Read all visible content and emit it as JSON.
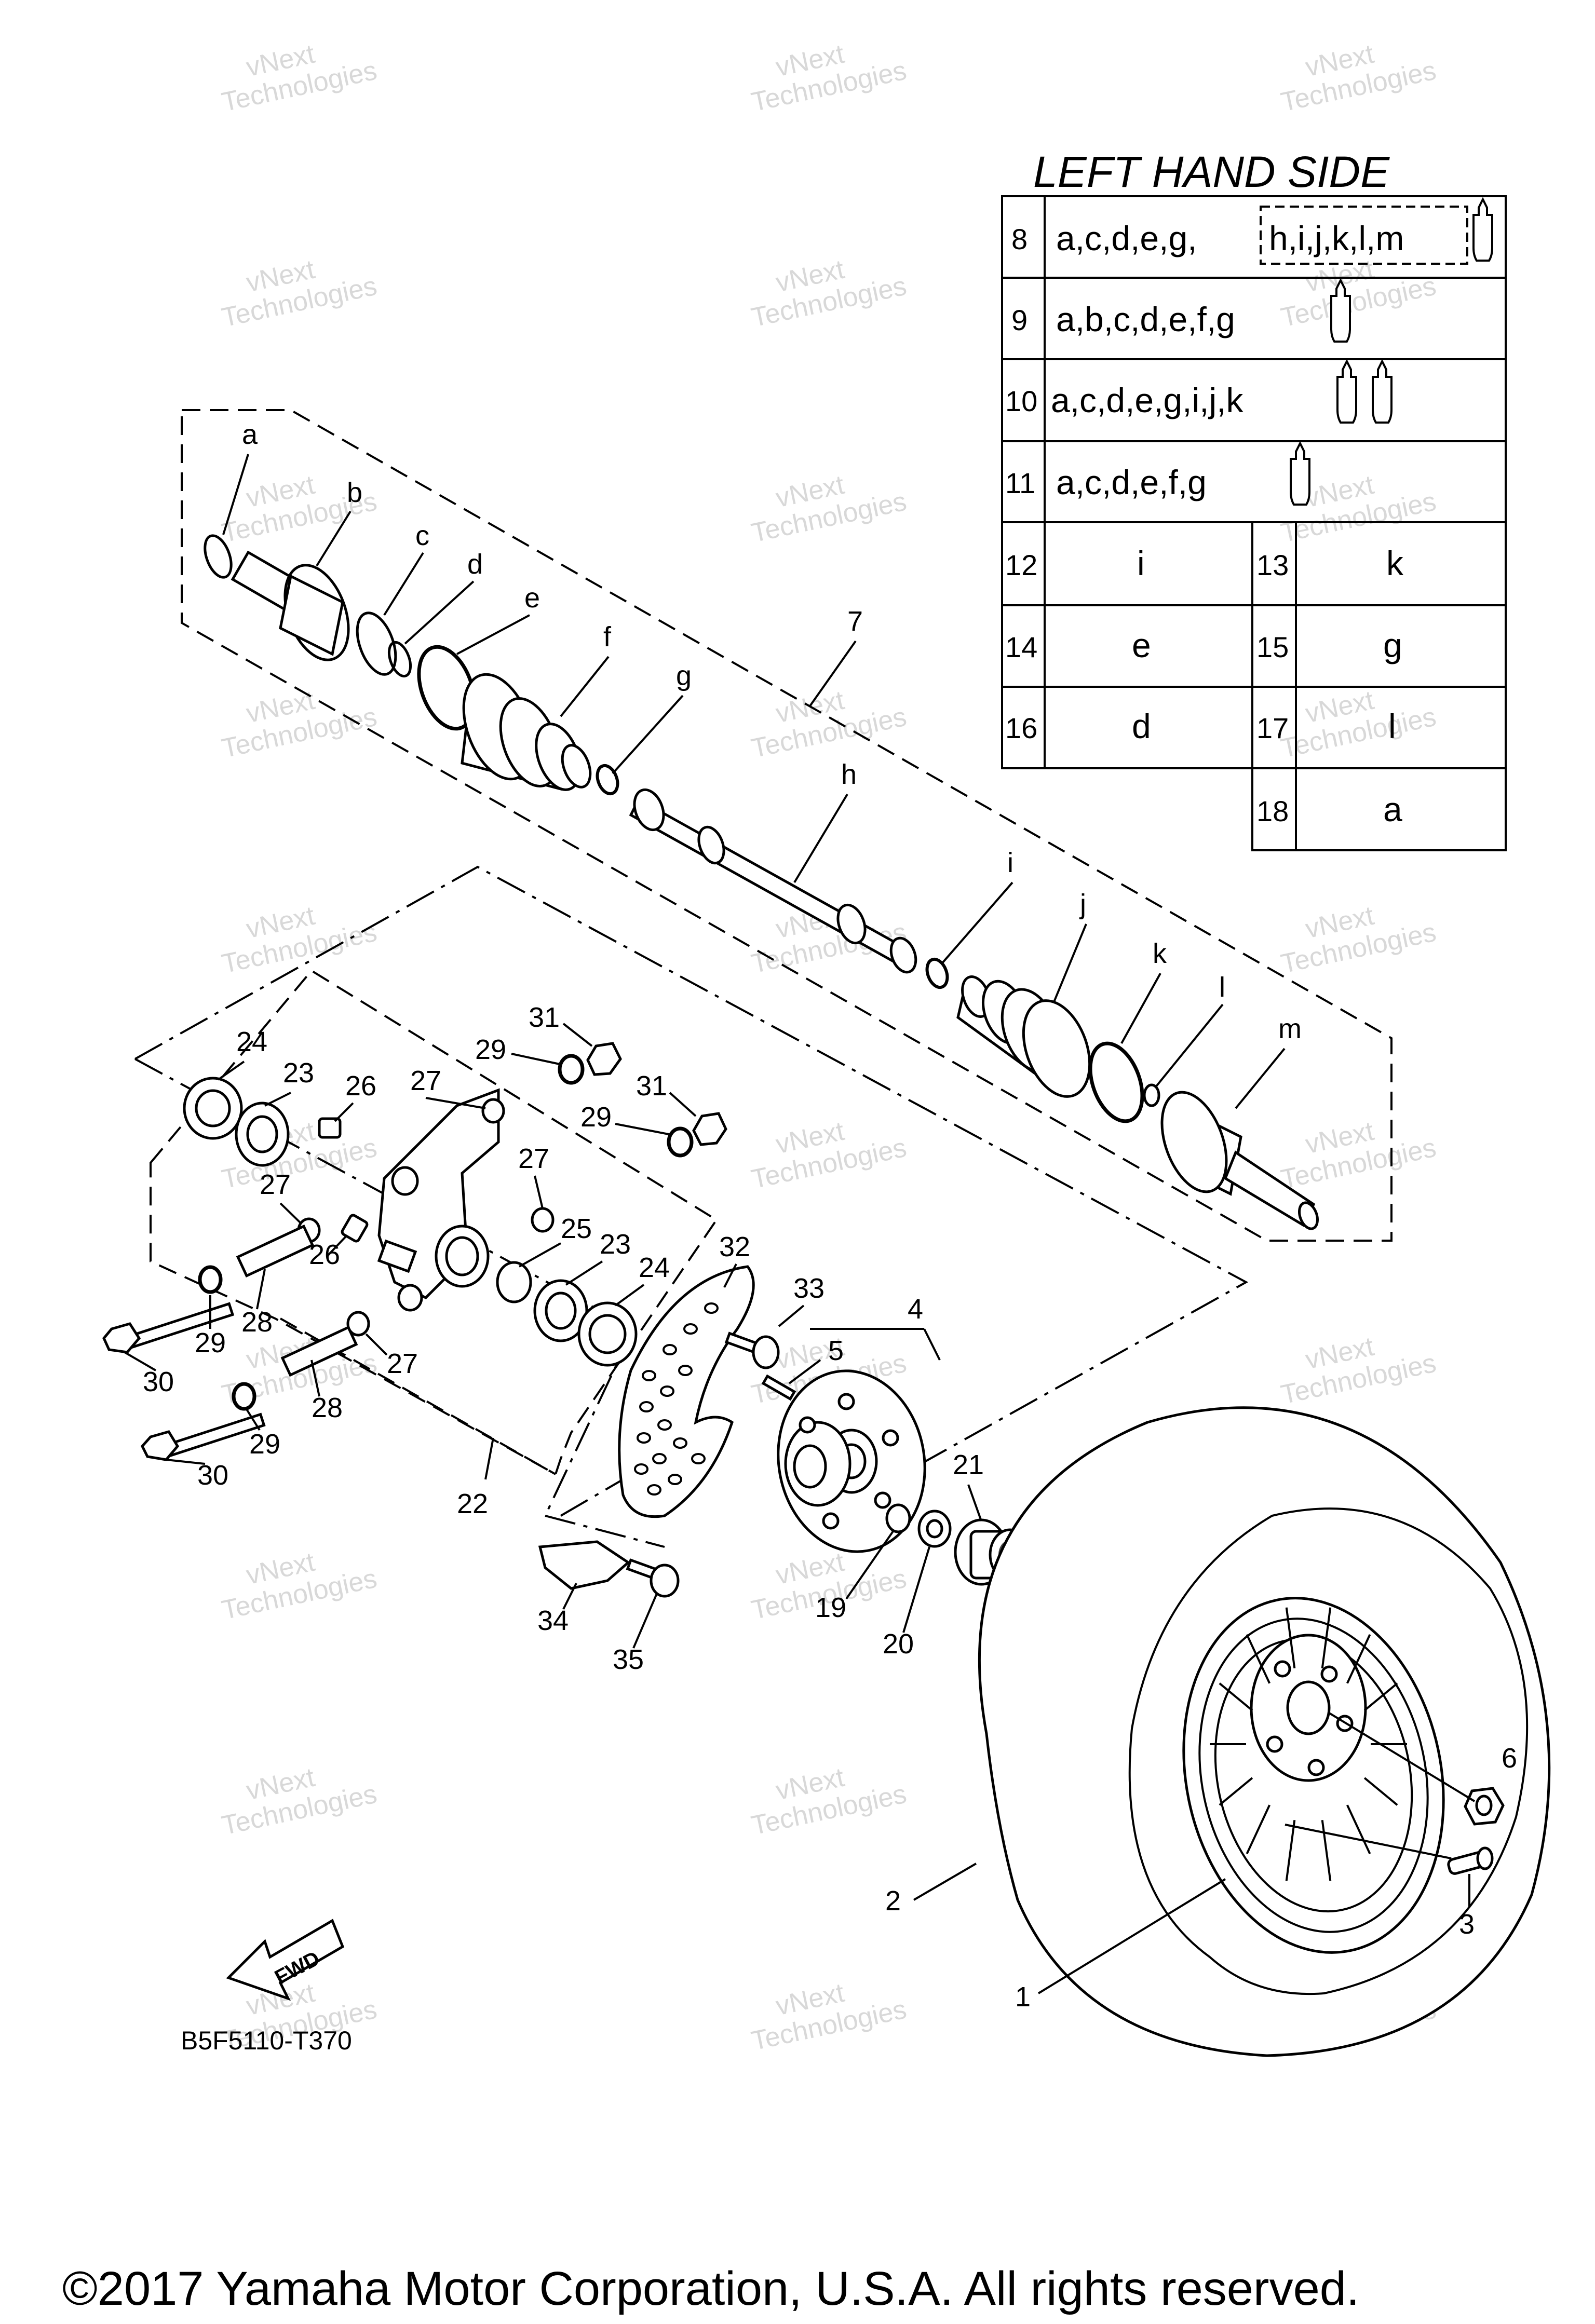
{
  "title": "LEFT HAND SIDE",
  "diagram_code": "B5F5110-T370",
  "fwd_label": "FWD",
  "copyright": "©2017 Yamaha Motor Corporation, U.S.A. All rights reserved.",
  "watermark": [
    "vNext",
    "Technologies"
  ],
  "table": [
    {
      "num": "8",
      "text": "a,c,d,e,g,",
      "boxed": "h,i,j,k,l,m"
    },
    {
      "num": "9",
      "text": "a,b,c,d,e,f,g"
    },
    {
      "num": "10",
      "text": "a,c,d,e,g,i,j,k"
    },
    {
      "num": "11",
      "text": "a,c,d,e,f,g"
    },
    {
      "num": "12",
      "text": "i",
      "num2": "13",
      "text2": "k"
    },
    {
      "num": "14",
      "text": "e",
      "num2": "15",
      "text2": "g"
    },
    {
      "num": "16",
      "text": "d",
      "num2": "17",
      "text2": "l"
    },
    {
      "num2": "18",
      "text2": "a"
    }
  ],
  "labels": {
    "a": "a",
    "b": "b",
    "c": "c",
    "d": "d",
    "e": "e",
    "f": "f",
    "g": "g",
    "h": "h",
    "i": "i",
    "j": "j",
    "k": "k",
    "l": "l",
    "m": "m",
    "n1": "1",
    "n2": "2",
    "n3": "3",
    "n4": "4",
    "n5": "5",
    "n6": "6",
    "n7": "7",
    "n19": "19",
    "n20": "20",
    "n21": "21",
    "n22": "22",
    "n23a": "23",
    "n23b": "23",
    "n24a": "24",
    "n24b": "24",
    "n25": "25",
    "n26a": "26",
    "n26b": "26",
    "n27a": "27",
    "n27b": "27",
    "n27c": "27",
    "n27d": "27",
    "n28a": "28",
    "n28b": "28",
    "n29a": "29",
    "n29b": "29",
    "n29c": "29",
    "n29d": "29",
    "n30a": "30",
    "n30b": "30",
    "n31a": "31",
    "n31b": "31",
    "n32": "32",
    "n33": "33",
    "n34": "34",
    "n35": "35"
  }
}
